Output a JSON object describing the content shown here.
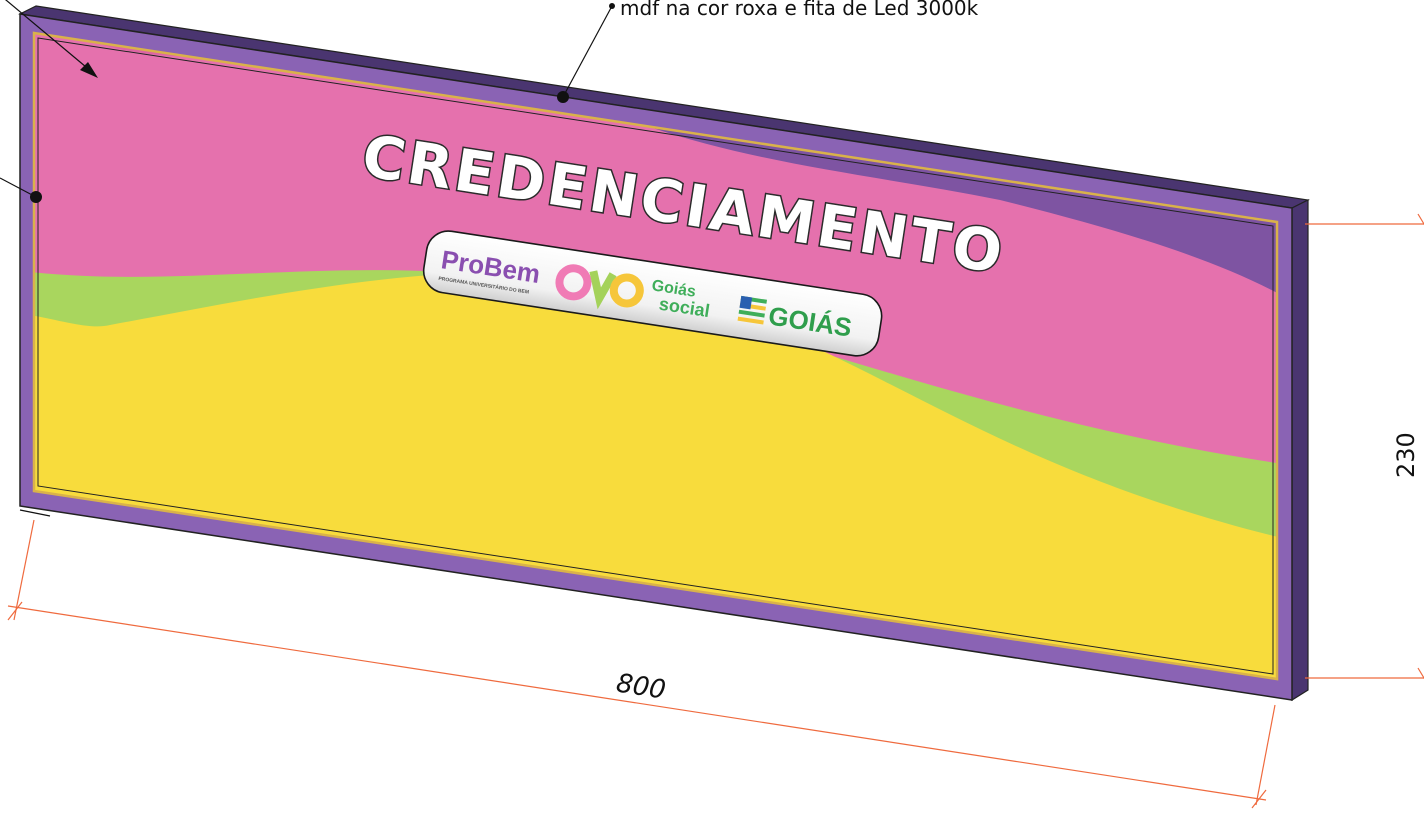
{
  "annotation": {
    "text": "mdf na cor roxa e fita de Led 3000k"
  },
  "panel": {
    "title": "CREDENCIAMENTO"
  },
  "logos": {
    "probem": "ProBem",
    "probem_sub": "PROGRAMA UNIVERSITÁRIO DO BEM",
    "ovg": "OVG",
    "goias_social_line1": "Goiás",
    "goias_social_line2": "social",
    "goias": "GOIÁS"
  },
  "dimensions": {
    "width": "800",
    "height": "230"
  },
  "colors": {
    "frame_purple": "#7d5ca8",
    "frame_dark": "#4a3570",
    "pink": "#e571ad",
    "purple_wave": "#7e54a2",
    "green": "#a9d65e",
    "yellow": "#f8dc3c",
    "gold_line": "#d9b24a",
    "dimension_red": "#ef6a3e"
  }
}
